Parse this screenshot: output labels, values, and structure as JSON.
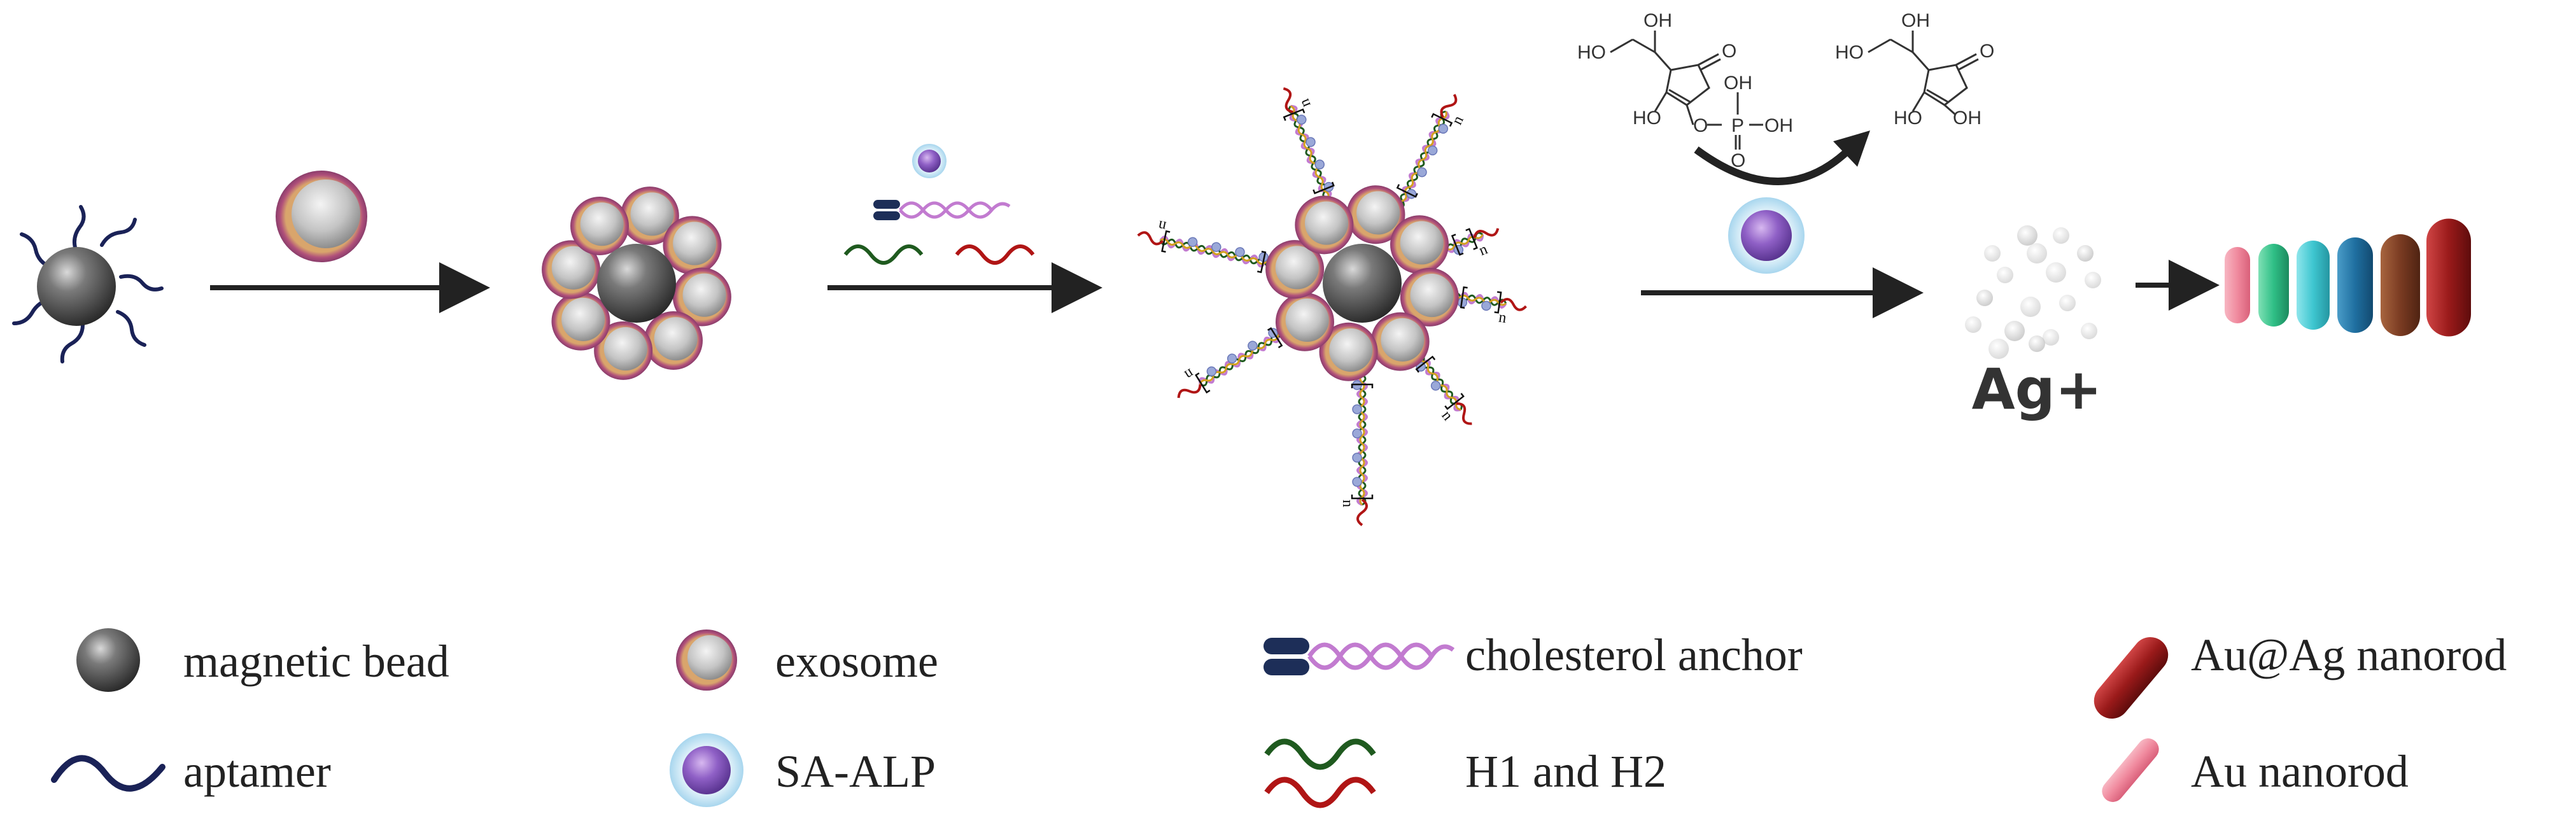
{
  "scheme": {
    "product_label": "Ag+",
    "reactant_atoms": {
      "oh_top": "OH",
      "ho_left": "HO",
      "o_ketone": "O",
      "ho_ring": "HO",
      "o_link": "O",
      "p": "P",
      "oh_p_top": "OH",
      "oh_p_right": "OH",
      "o_p_bottom": "O"
    },
    "product_atoms": {
      "oh_top": "OH",
      "ho_left": "HO",
      "o_ketone": "O",
      "ho_ring": "HO",
      "oh_ring": "OH"
    },
    "repeat_unit": "n"
  },
  "legend": {
    "items": [
      {
        "label": "magnetic bead",
        "icon": "magnetic-bead-icon"
      },
      {
        "label": "exosome",
        "icon": "exosome-icon"
      },
      {
        "label": "cholesterol anchor",
        "icon": "cholesterol-anchor-icon"
      },
      {
        "label": "Au@Ag nanorod",
        "icon": "au-ag-nanorod-icon"
      },
      {
        "label": "aptamer",
        "icon": "aptamer-icon"
      },
      {
        "label": "SA-ALP",
        "icon": "sa-alp-icon"
      },
      {
        "label": "H1 and H2",
        "icon": "h1-h2-icon"
      },
      {
        "label": "Au nanorod",
        "icon": "au-nanorod-icon"
      }
    ]
  },
  "colors": {
    "bead": "#4a4a4a",
    "aptamer": "#1a2257",
    "exosome_rim": "#b0507a",
    "exosome_core": "#c8c8c8",
    "alp": "#8a5cc0",
    "alp_halo": "#bfe0f2",
    "h1": "#1f5a1f",
    "h2": "#b01515",
    "cholesterol": "#1d2e58",
    "chol_strand": "#c27bd0",
    "arrow": "#222222",
    "rod_colors": [
      "#f08a9e",
      "#2fbf86",
      "#3ec6d0",
      "#1f6fa0",
      "#7a3b22",
      "#9a1a1a"
    ]
  }
}
